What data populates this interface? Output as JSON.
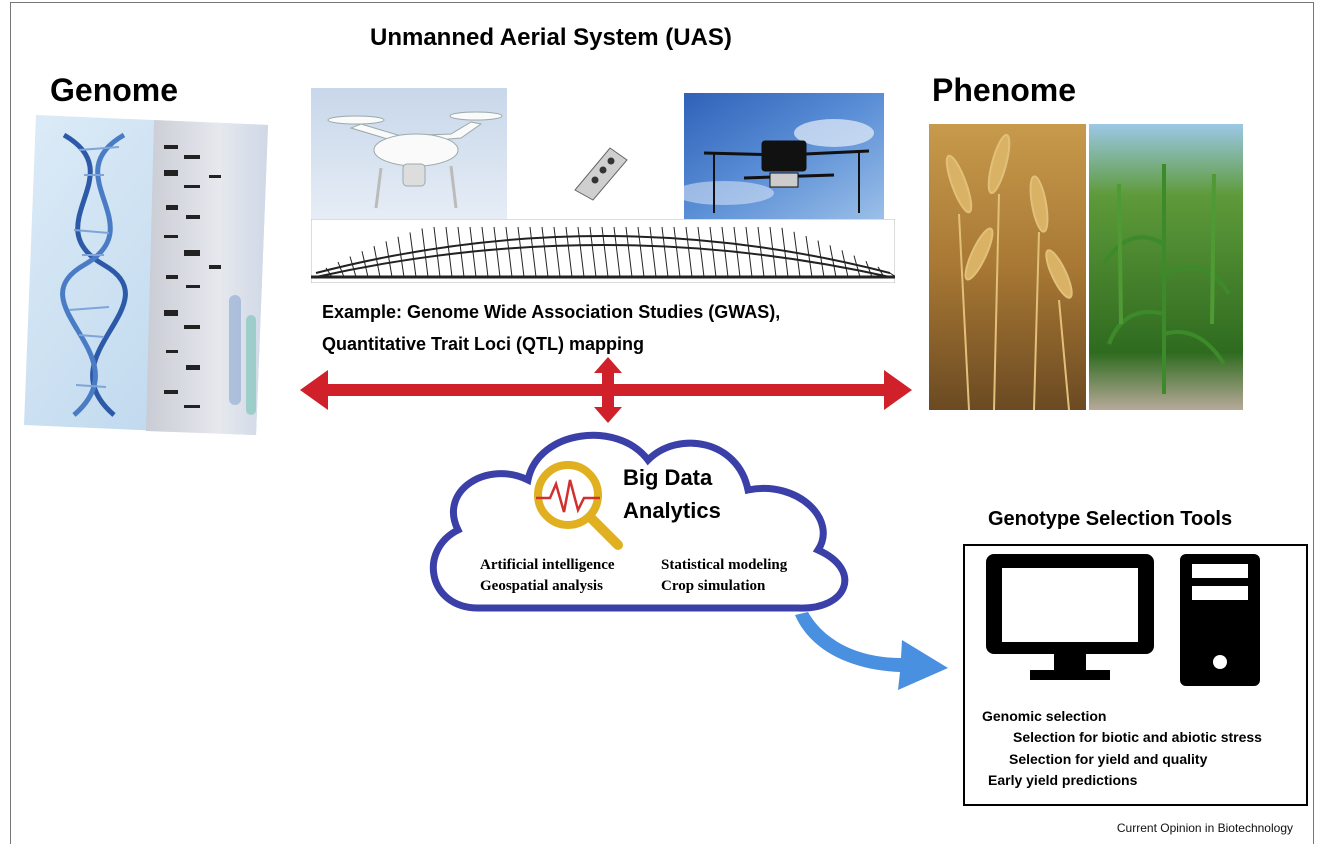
{
  "title": "Unmanned Aerial System (UAS)",
  "genome": {
    "label": "Genome"
  },
  "phenome": {
    "label": "Phenome"
  },
  "example": {
    "line1": "Example: Genome Wide Association Studies (GWAS),",
    "line2": "Quantitative Trait Loci (QTL) mapping"
  },
  "cloud": {
    "title_line1": "Big Data",
    "title_line2": "Analytics",
    "items": [
      "Artificial intelligence",
      "Statistical modeling",
      "Geospatial analysis",
      "Crop simulation"
    ]
  },
  "genotype_tools": {
    "title": "Genotype Selection Tools",
    "items": [
      "Genomic selection",
      "Selection for biotic and abiotic stress",
      "Selection for yield and quality",
      "Early yield predictions"
    ]
  },
  "credit": "Current Opinion in Biotechnology",
  "colors": {
    "arrow_red": "#d0202a",
    "cloud_outline": "#3b3fa8",
    "magnifier": "#e0b020",
    "flow_arrow": "#4a90e0"
  }
}
